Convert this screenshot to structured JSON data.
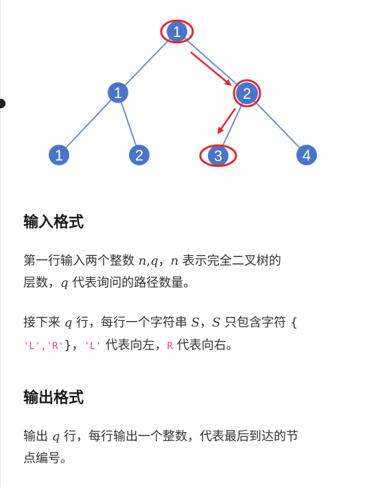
{
  "tree": {
    "nodes": [
      {
        "id": "root",
        "label": "1",
        "highlighted": true
      },
      {
        "id": "l1",
        "label": "1",
        "highlighted": false
      },
      {
        "id": "r1",
        "label": "2",
        "highlighted": true
      },
      {
        "id": "ll",
        "label": "1",
        "highlighted": false
      },
      {
        "id": "lr",
        "label": "2",
        "highlighted": false
      },
      {
        "id": "rl",
        "label": "3",
        "highlighted": true
      },
      {
        "id": "rr",
        "label": "4",
        "highlighted": false
      }
    ],
    "colors": {
      "node_fill": "#4a74cc",
      "edge": "#6a8fd6",
      "highlight": "#e8262b"
    }
  },
  "input_section": {
    "title": "输入格式",
    "p1_a": "第一行输入两个整数 ",
    "var_n": "n",
    "comma_math": ",",
    "var_q": "q",
    "p1_b": "，",
    "p1_c": " 表示完全二叉树的",
    "p1_d": "层数，",
    "p1_e": " 代表询问的路径数量。",
    "p2_a": "接下来 ",
    "p2_b": " 行，每行一个字符串 ",
    "var_S": "S",
    "p2_c": "，",
    "p2_d": " 只包含字符 {",
    "code_LR": "'L','R'",
    "p2_e": "}，",
    "code_L": "'L'",
    "p2_f": " 代表向左，",
    "code_R": "R",
    "p2_g": " 代表向右。"
  },
  "output_section": {
    "title": "输出格式",
    "p1_a": "输出 ",
    "p1_b": " 行，每行输出一个整数，代表最后到达的节",
    "p1_c": "点编号。"
  }
}
